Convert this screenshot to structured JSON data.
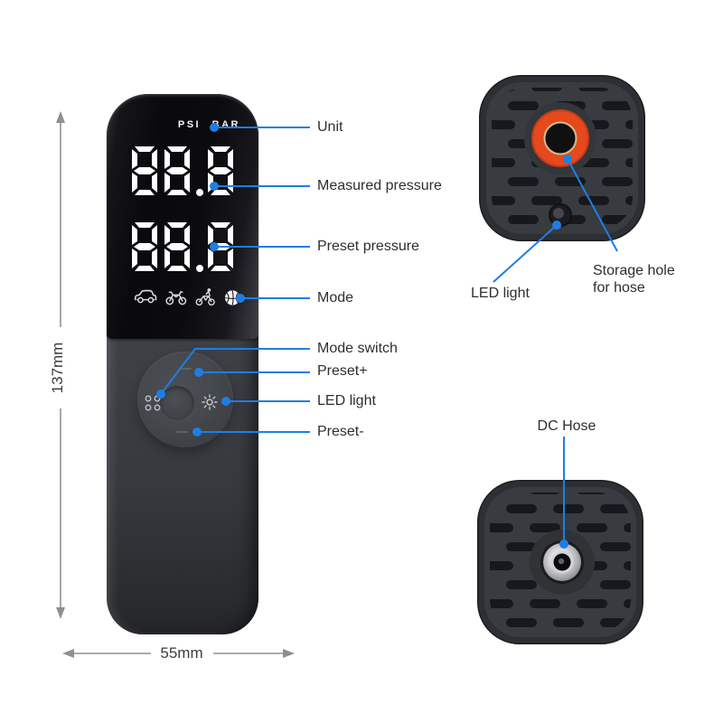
{
  "colors": {
    "leader_blue": "#1E7EE4",
    "orange_ring": "#E5491D",
    "dim_gray": "#8F8F8F"
  },
  "display": {
    "unit_text": "PSI BAR",
    "measured_value": "88.8",
    "preset_value": "88.8",
    "modes": [
      "car",
      "motorcycle",
      "bicycle",
      "ball"
    ],
    "active_mode": "ball"
  },
  "dims": {
    "height": "137mm",
    "width": "55mm"
  },
  "callouts": {
    "unit": "Unit",
    "measured": "Measured pressure",
    "preset_pressure": "Preset pressure",
    "mode": "Mode",
    "mode_switch": "Mode switch",
    "preset_plus": "Preset+",
    "led_light": "LED light",
    "preset_minus": "Preset-"
  },
  "top_view": {
    "led_light": "LED light",
    "storage_hole": "Storage hole for hose"
  },
  "bottom_view": {
    "dc_hose": "DC Hose"
  }
}
